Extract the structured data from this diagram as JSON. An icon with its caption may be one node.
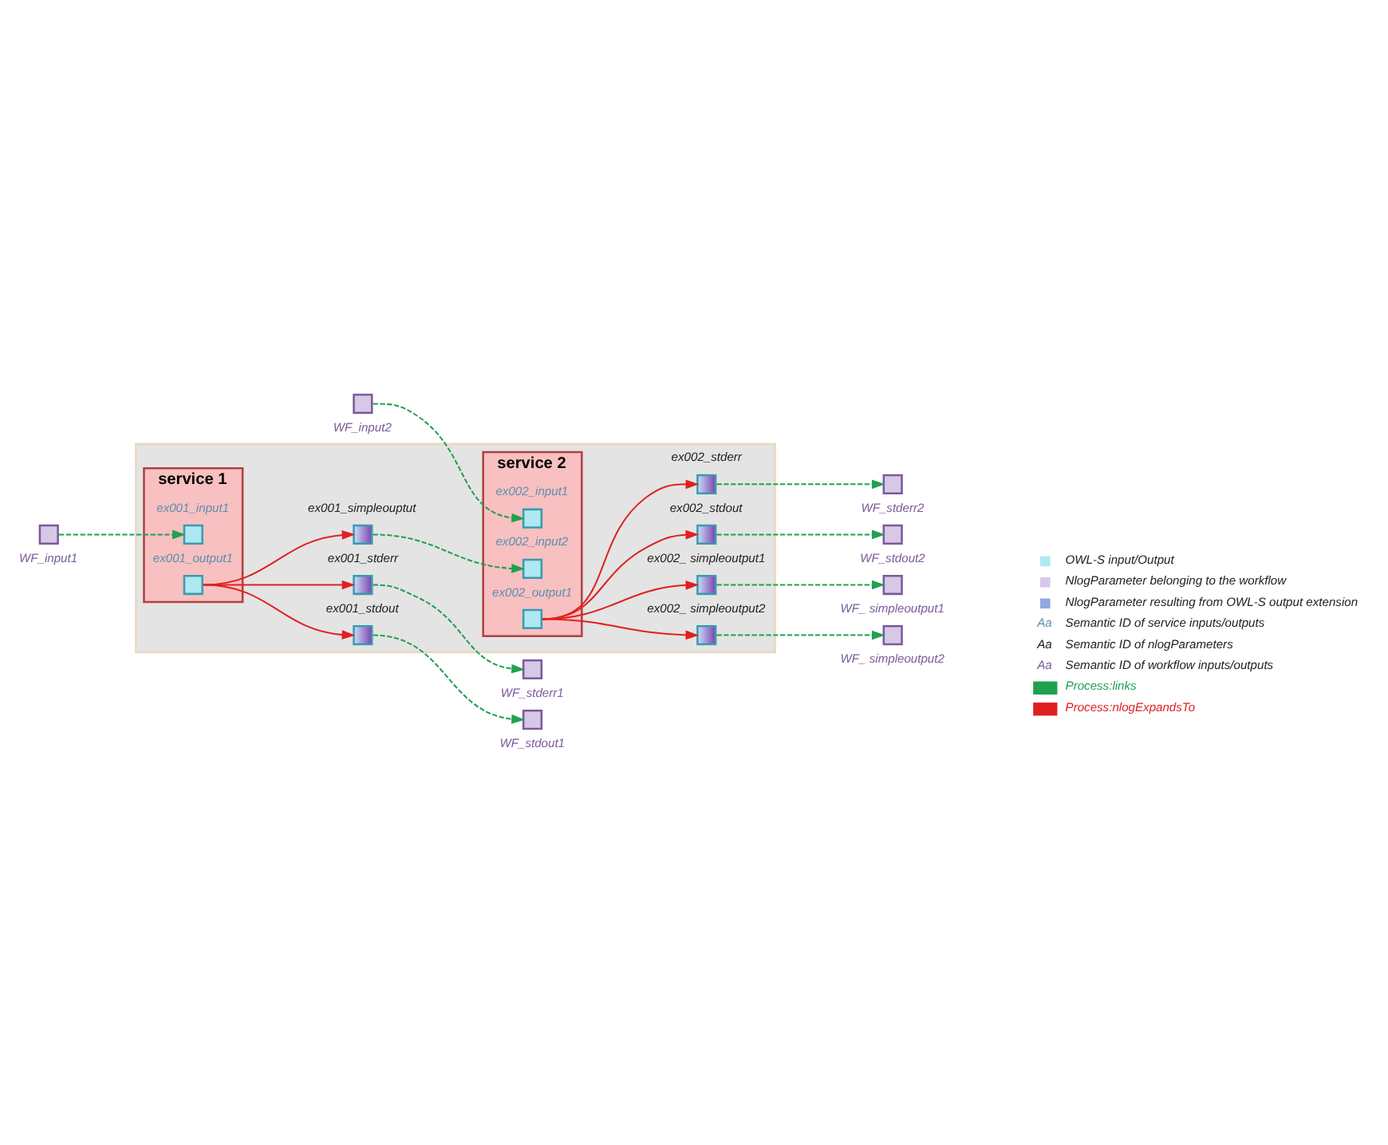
{
  "diagram": {
    "nodes": [
      {
        "text": [],
        "shape": "box",
        "beside": [
          "WF_input1"
        ]
      },
      {
        "text": [
          "service 1"
        ],
        "in": 22
      },
      {
        "text": [],
        "shape": "box",
        "beside": [
          "ex001_input1"
        ],
        "in": 1
      },
      {
        "text": [],
        "shape": "box",
        "beside": [
          "ex001_output1"
        ],
        "in": 1
      },
      {
        "text": [],
        "shape": "box",
        "beside": [
          "ex001_stderr"
        ],
        "in": 22
      },
      {
        "text": [],
        "shape": "box",
        "beside": [
          "ex001_stdout"
        ],
        "in": 22
      },
      {
        "text": [],
        "shape": "box",
        "beside": [
          "ex001_simpleouptut"
        ],
        "in": 22
      },
      {
        "text": [],
        "shape": "box",
        "beside": [
          "WF_stderr1"
        ]
      },
      {
        "text": [],
        "shape": "box",
        "beside": [
          "WF_stdout1"
        ]
      },
      {
        "text": [
          "service 2"
        ],
        "in": 22
      },
      {
        "text": [],
        "shape": "box",
        "beside": [
          "ex002_input2"
        ],
        "in": 9
      },
      {
        "text": [],
        "shape": "box",
        "beside": [
          "ex002_input1"
        ],
        "in": 9
      },
      {
        "text": [],
        "shape": "box",
        "beside": [
          "ex002_output1"
        ],
        "in": 9
      },
      {
        "text": [],
        "shape": "box",
        "beside": [
          "ex002_stderr"
        ],
        "in": 22
      },
      {
        "text": [],
        "shape": "box",
        "beside": [
          "ex002_stdout"
        ],
        "in": 22
      },
      {
        "text": [],
        "shape": "box",
        "beside": [
          "ex002_ simpleoutput1"
        ],
        "in": 22
      },
      {
        "text": [],
        "shape": "box",
        "beside": [
          "ex002_ simpleoutput2"
        ],
        "in": 22
      },
      {
        "text": [],
        "shape": "box",
        "beside": [
          "WF_input2"
        ]
      },
      {
        "text": [],
        "shape": "box",
        "beside": [
          "WF_stderr2"
        ]
      },
      {
        "text": [],
        "shape": "box",
        "beside": [
          "WF_stdout2"
        ]
      },
      {
        "text": [],
        "shape": "box",
        "beside": [
          "WF_ simpleoutput1"
        ]
      },
      {
        "text": [],
        "shape": "box",
        "beside": [
          "WF_ simpleoutput2"
        ]
      },
      {
        "text": [],
        "shape": "box"
      }
    ],
    "edges": [
      {
        "from": 0,
        "to": 2,
        "arrow": "to",
        "style": "dashed"
      },
      {
        "from": 3,
        "to": 4,
        "arrow": "to",
        "color": "#e02020"
      },
      {
        "from": 3,
        "to": 5,
        "arrow": "to",
        "color": "#e02020"
      },
      {
        "from": 3,
        "to": 6,
        "arrow": "to",
        "color": "#e02020"
      },
      {
        "from": 4,
        "to": 7,
        "arrow": "to",
        "style": "dashed"
      },
      {
        "from": 5,
        "to": 8,
        "arrow": "to",
        "style": "dashed"
      },
      {
        "from": 6,
        "to": 10,
        "arrow": "to",
        "style": "dashed"
      },
      {
        "from": 17,
        "to": 11,
        "arrow": "to",
        "style": "dashed"
      },
      {
        "from": 12,
        "to": 13,
        "arrow": "to",
        "color": "#e02020"
      },
      {
        "from": 12,
        "to": 14,
        "arrow": "to",
        "color": "#e02020"
      },
      {
        "from": 12,
        "to": 15,
        "arrow": "to",
        "color": "#e02020"
      },
      {
        "from": 12,
        "to": 16,
        "arrow": "to",
        "color": "#e02020"
      },
      {
        "from": 13,
        "to": 18,
        "arrow": "to",
        "style": "dashed"
      },
      {
        "from": 14,
        "to": 19,
        "arrow": "to",
        "style": "dashed"
      },
      {
        "from": 15,
        "to": 20,
        "arrow": "to",
        "style": "dashed"
      },
      {
        "from": 16,
        "to": 21,
        "arrow": "to",
        "style": "dashed"
      }
    ],
    "labels": [
      "Aa",
      "Aa",
      "Aa"
    ],
    "legend": [
      {
        "text": "OWL-S input/Output",
        "color": "#aee8f0"
      },
      {
        "text": "NlogParameter belonging to the workflow",
        "color": "#d8c8e8"
      },
      {
        "text": "NlogParameter resulting from OWL-S output extension",
        "color": "#8fa8e0"
      },
      {
        "text": "Semantic ID of service inputs/outputs",
        "color": "#5b8fb0"
      },
      {
        "text": "Semantic ID of nlogParameters",
        "color": "#202020"
      },
      {
        "text": "Semantic ID of workflow inputs/outputs",
        "color": "#7a5a9a"
      },
      {
        "text": "Process:links",
        "color": "#20a050"
      },
      {
        "text": "Process:nlogExpandsTo",
        "color": "#e02020"
      }
    ]
  }
}
